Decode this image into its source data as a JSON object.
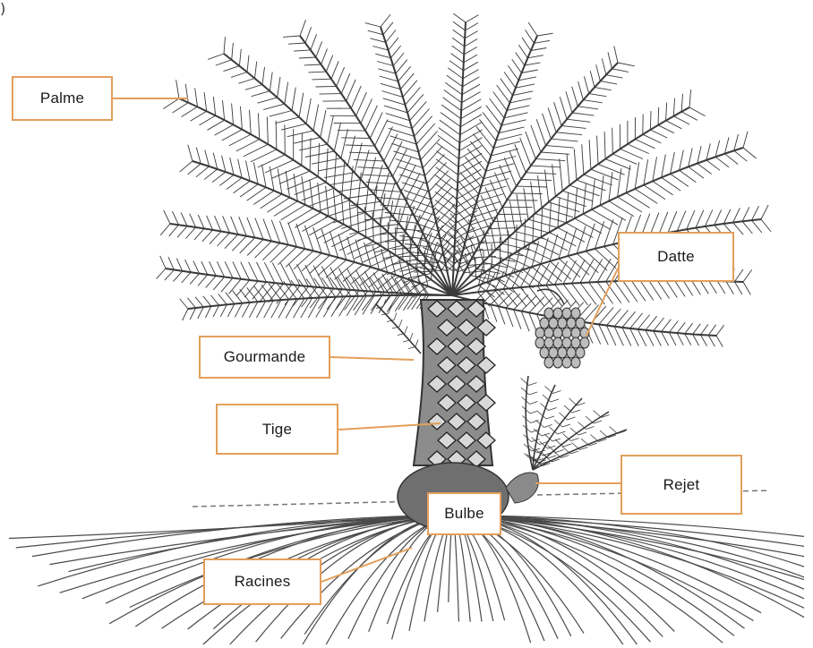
{
  "figure": {
    "corner_mark": ")",
    "labels": {
      "palme": "Palme",
      "datte": "Datte",
      "gourmande": "Gourmande",
      "tige": "Tige",
      "rejet": "Rejet",
      "bulbe": "Bulbe",
      "racines": "Racines"
    },
    "colors": {
      "label_border": "#e39f5a",
      "leader_line": "#e39f5a",
      "ink": "#3a3a3a"
    }
  }
}
